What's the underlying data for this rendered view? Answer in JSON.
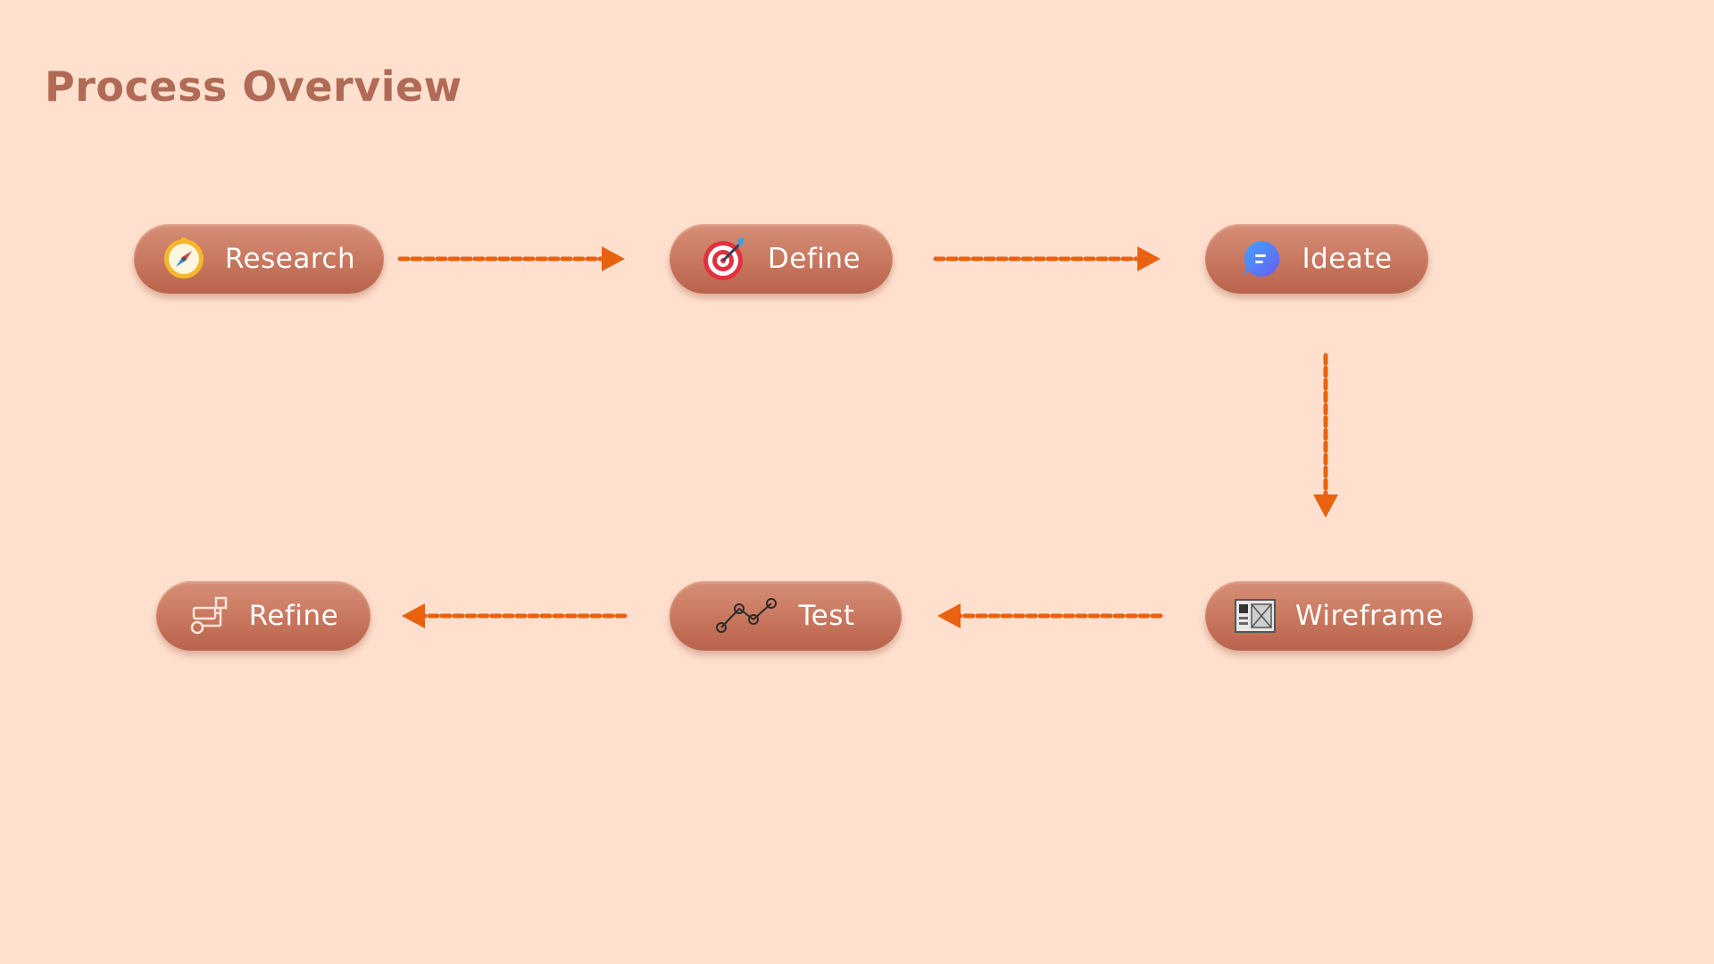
{
  "title": "Process Overview",
  "colors": {
    "background": "#ffe0cf",
    "title": "#b06a55",
    "node": "#c8765e",
    "arrow": "#e8620f"
  },
  "steps": [
    {
      "label": "Research",
      "icon": "compass-icon"
    },
    {
      "label": "Define",
      "icon": "target-icon"
    },
    {
      "label": "Ideate",
      "icon": "chat-bubble-icon"
    },
    {
      "label": "Wireframe",
      "icon": "wireframe-icon"
    },
    {
      "label": "Test",
      "icon": "line-chart-icon"
    },
    {
      "label": "Refine",
      "icon": "flow-shapes-icon"
    }
  ]
}
